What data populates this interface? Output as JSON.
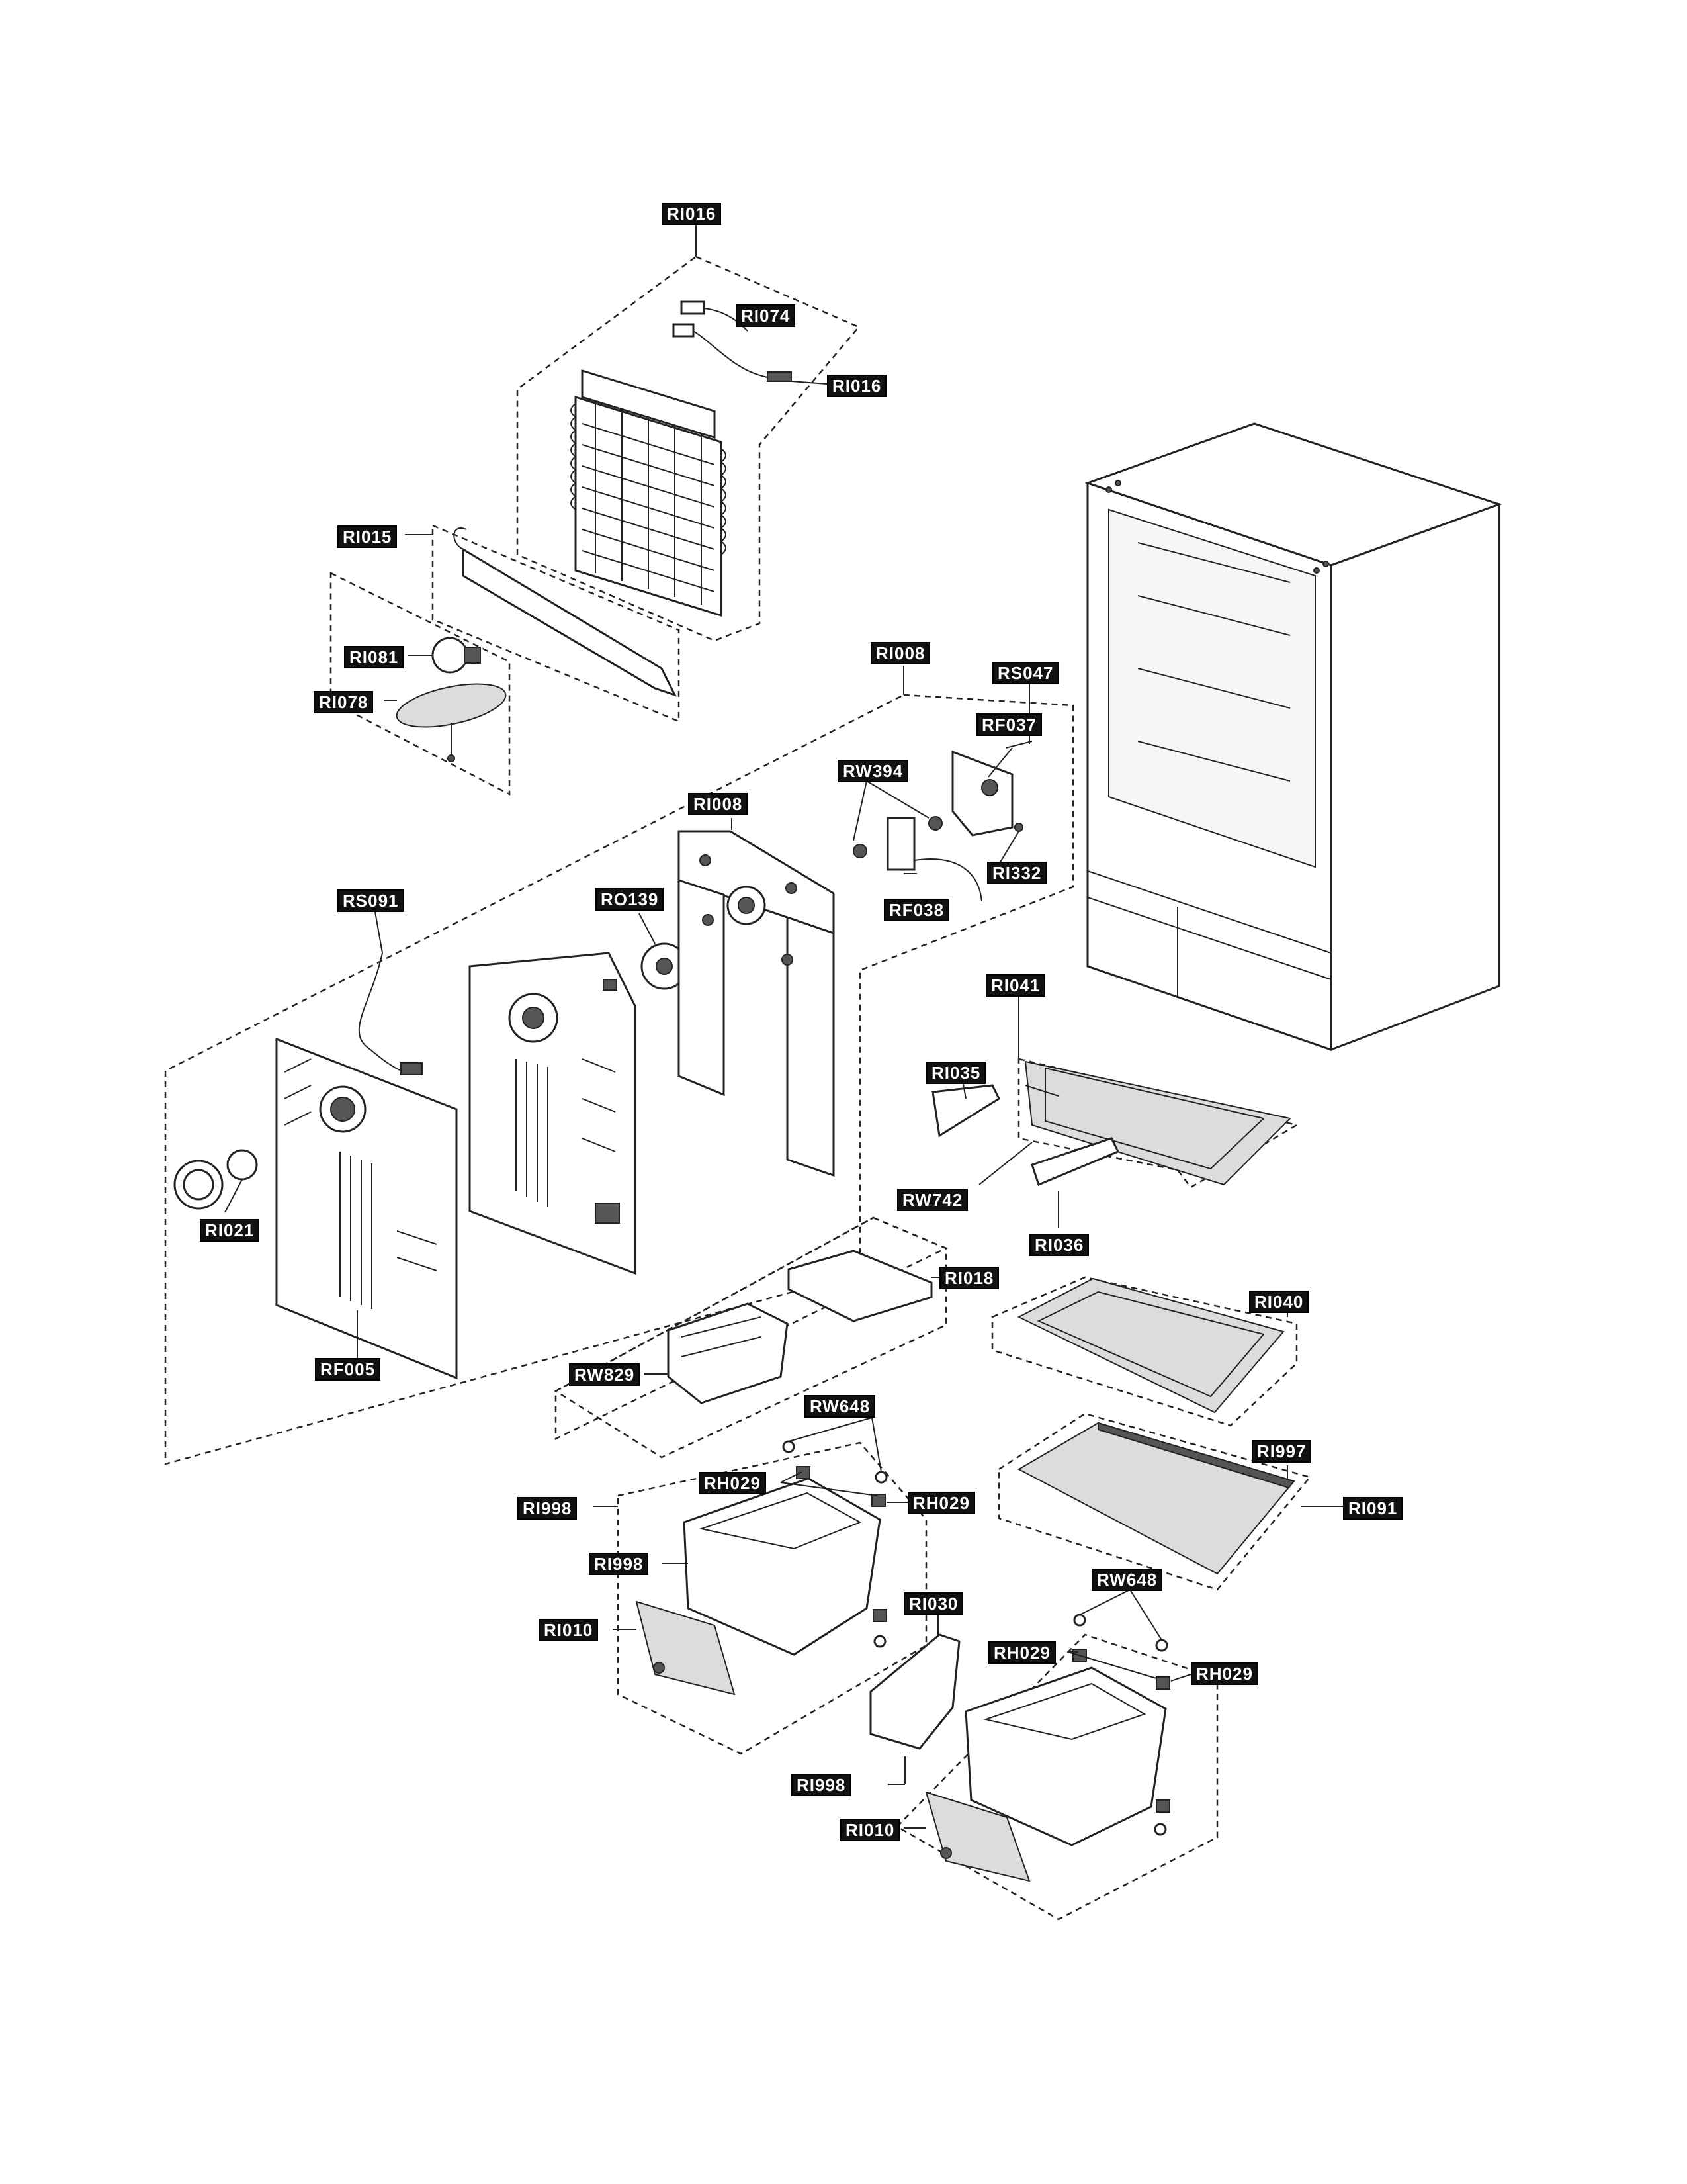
{
  "callouts": {
    "ri016_top": "RI016",
    "ri074": "RI074",
    "ri016_sensor": "RI016",
    "ri015": "RI015",
    "ri081": "RI081",
    "ri078": "RI078",
    "ri008_group": "RI008",
    "rs047": "RS047",
    "rf037": "RF037",
    "rw394": "RW394",
    "ri008_cover": "RI008",
    "ri332": "RI332",
    "ro139": "RO139",
    "rs091": "RS091",
    "rf038": "RF038",
    "ri041": "RI041",
    "ri035": "RI035",
    "rw742": "RW742",
    "ri036": "RI036",
    "ri021": "RI021",
    "ri018": "RI018",
    "ri040": "RI040",
    "rw829": "RW829",
    "rf005": "RF005",
    "rw648_left": "RW648",
    "ri997": "RI997",
    "rh029_left_a": "RH029",
    "rh029_left_b": "RH029",
    "ri091": "RI091",
    "ri998_left": "RI998",
    "ri998_bin": "RI998",
    "ri010_left": "RI010",
    "ri030": "RI030",
    "rw648_right": "RW648",
    "rh029_right_a": "RH029",
    "rh029_right_b": "RH029",
    "ri998_cover": "RI998",
    "ri010_right": "RI010"
  }
}
